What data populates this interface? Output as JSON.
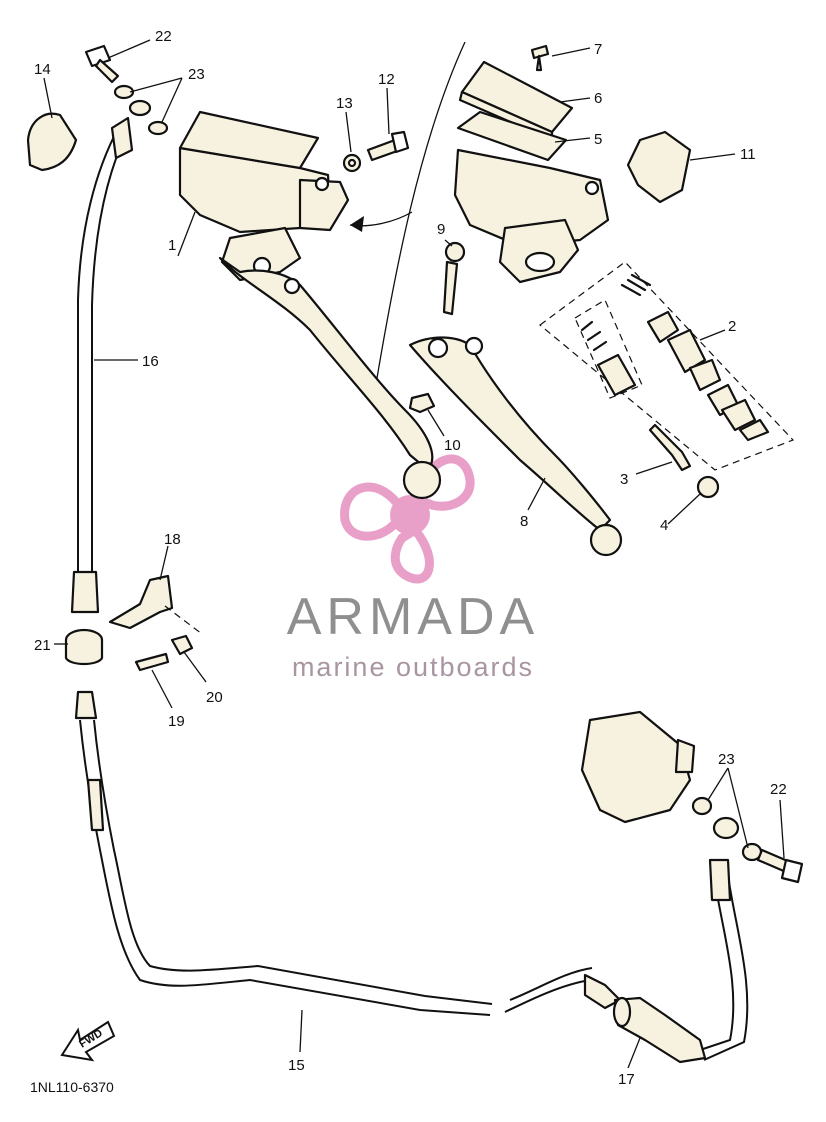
{
  "callouts": [
    {
      "id": "22",
      "label": "22"
    },
    {
      "id": "23",
      "label": "23"
    },
    {
      "id": "14",
      "label": "14"
    },
    {
      "id": "13",
      "label": "13"
    },
    {
      "id": "12",
      "label": "12"
    },
    {
      "id": "7",
      "label": "7"
    },
    {
      "id": "6",
      "label": "6"
    },
    {
      "id": "5",
      "label": "5"
    },
    {
      "id": "11",
      "label": "11"
    },
    {
      "id": "1",
      "label": "1"
    },
    {
      "id": "9",
      "label": "9"
    },
    {
      "id": "2",
      "label": "2"
    },
    {
      "id": "16",
      "label": "16"
    },
    {
      "id": "10",
      "label": "10"
    },
    {
      "id": "3",
      "label": "3"
    },
    {
      "id": "8",
      "label": "8"
    },
    {
      "id": "4",
      "label": "4"
    },
    {
      "id": "18",
      "label": "18"
    },
    {
      "id": "21",
      "label": "21"
    },
    {
      "id": "20",
      "label": "20"
    },
    {
      "id": "19",
      "label": "19"
    },
    {
      "id": "23b",
      "label": "23"
    },
    {
      "id": "22b",
      "label": "22"
    },
    {
      "id": "15",
      "label": "15"
    },
    {
      "id": "17",
      "label": "17"
    }
  ],
  "fwd_marker": "FWD",
  "diagram_code": "1NL110-6370",
  "watermark": {
    "title": "ARMADA",
    "subtitle": "marine outboards",
    "primary_color": "#e8a0c8",
    "text_color": "#8f8f8f"
  }
}
